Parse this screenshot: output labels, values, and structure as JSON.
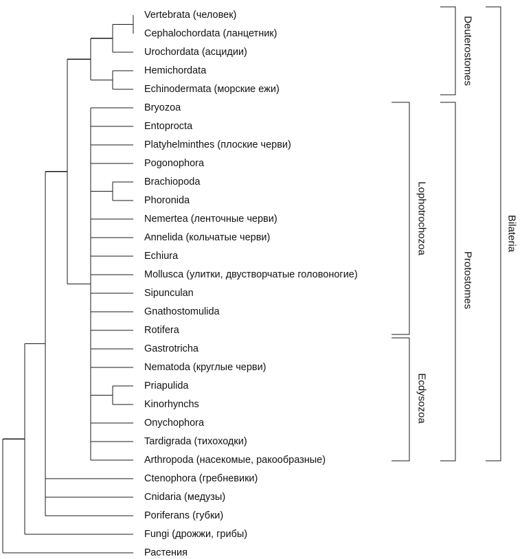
{
  "taxa": [
    "Vertebrata (человек)",
    "Cephalochordata (ланцетник)",
    "Urochordata (асцидии)",
    "Hemichordata",
    "Echinodermata (морские ежи)",
    "Bryozoa",
    "Entoprocta",
    "Platyhelminthes (плоские черви)",
    "Pogonophora",
    "Brachiopoda",
    "Phoronida",
    "Nemertea (ленточные черви)",
    "Annelida (кольчатые черви)",
    "Echiura",
    "Mollusca (улитки, двустворчатые головоногие)",
    "Sipunculan",
    "Gnathostomulida",
    "Rotifera",
    "Gastrotricha",
    "Nematoda (круглые черви)",
    "Priapulida",
    "Kinorhynchs",
    "Onychophora",
    "Tardigrada (тихоходки)",
    "Arthropoda (насекомые, ракообразные)",
    "Ctenophora (гребневики)",
    "Cnidaria (медузы)",
    "Poriferans (губки)",
    "Fungi (дрожжи, грибы)",
    "Растения"
  ],
  "groups": {
    "lophotrochozoa": "Lophotrochozoa",
    "ecdysozoa": "Ecdysozoa",
    "deuterostomes": "Deuterostomes",
    "protostomes": "Protostomes",
    "bilateria": "Bilateria"
  }
}
